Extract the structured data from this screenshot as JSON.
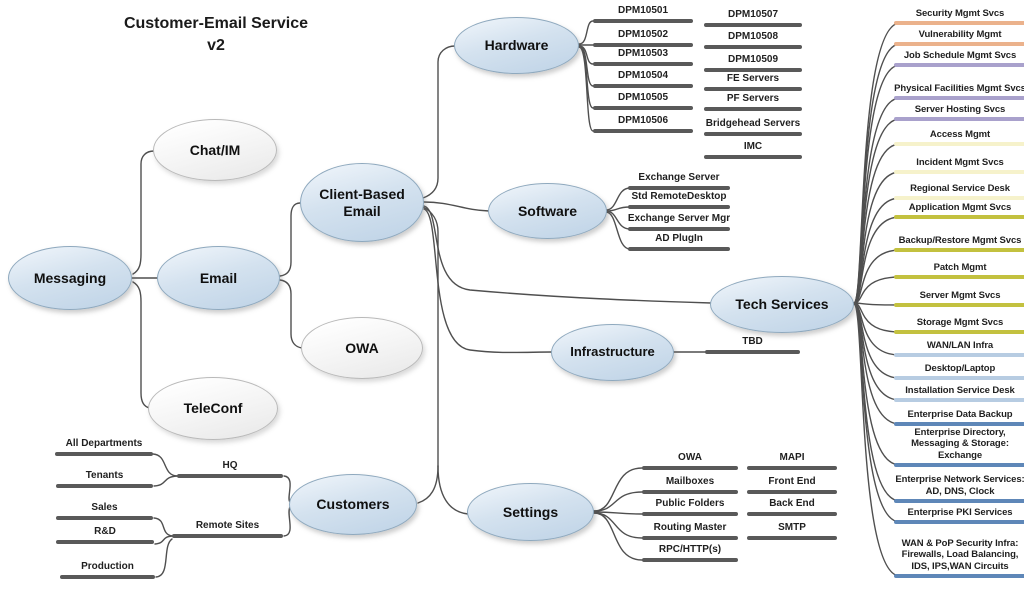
{
  "title": {
    "line1": "Customer-Email Service",
    "line2": "v2"
  },
  "colors": {
    "bar": "#595959",
    "line": "#4f4f4f",
    "node_blue": "#c0d4e7",
    "node_white": "#e9e9e9",
    "orange": "#ebb28c",
    "purple": "#a9a1cc",
    "cream": "#f6f2cb",
    "olive": "#c3c13f",
    "lightblue": "#b7cce2",
    "steelblue": "#5e87b8"
  },
  "nodes": {
    "messaging": "Messaging",
    "chat_im": "Chat/IM",
    "email": "Email",
    "teleconf": "TeleConf",
    "client_based_email": "Client-Based Email",
    "owa": "OWA",
    "hardware": "Hardware",
    "software": "Software",
    "infrastructure": "Infrastructure",
    "tech_services": "Tech Services",
    "customers": "Customers",
    "settings": "Settings"
  },
  "leaves": {
    "hardware_col1": [
      "DPM10501",
      "DPM10502",
      "DPM10503",
      "DPM10504",
      "DPM10505",
      "DPM10506"
    ],
    "hardware_col2": [
      "DPM10507",
      "DPM10508",
      "DPM10509",
      "FE Servers",
      "PF Servers",
      "Bridgehead Servers",
      "IMC"
    ],
    "software": [
      "Exchange Server",
      "Std RemoteDesktop",
      "Exchange Server Mgr",
      "AD PlugIn"
    ],
    "infrastructure": [
      "TBD"
    ],
    "settings_col1": [
      "OWA",
      "Mailboxes",
      "Public Folders",
      "Routing Master",
      "RPC/HTTP(s)"
    ],
    "settings_col2": [
      "MAPI",
      "Front End",
      "Back End",
      "SMTP"
    ],
    "customer_sites": [
      "HQ",
      "Remote Sites"
    ],
    "hq_children": [
      "All Departments",
      "Tenants"
    ],
    "remote_children": [
      "Sales",
      "R&D",
      "Production"
    ],
    "tech": [
      {
        "label": "Security Mgmt Svcs",
        "color": "orange"
      },
      {
        "label": "Vulnerability Mgmt",
        "color": "orange"
      },
      {
        "label": "Job Schedule Mgmt Svcs",
        "color": "purple"
      },
      {
        "label": "Physical Facilities Mgmt Svcs",
        "color": "purple"
      },
      {
        "label": "Server Hosting Svcs",
        "color": "purple"
      },
      {
        "label": "Access Mgmt",
        "color": "cream"
      },
      {
        "label": "Incident Mgmt Svcs",
        "color": "cream"
      },
      {
        "label": "Regional Service Desk",
        "color": "cream"
      },
      {
        "label": "Application Mgmt Svcs",
        "color": "olive"
      },
      {
        "label": "Backup/Restore Mgmt Svcs",
        "color": "olive"
      },
      {
        "label": "Patch Mgmt",
        "color": "olive"
      },
      {
        "label": "Server Mgmt Svcs",
        "color": "olive"
      },
      {
        "label": "Storage Mgmt Svcs",
        "color": "olive"
      },
      {
        "label": "WAN/LAN Infra",
        "color": "lightblue"
      },
      {
        "label": "Desktop/Laptop",
        "color": "lightblue"
      },
      {
        "label": "Installation Service Desk",
        "color": "lightblue"
      },
      {
        "label": "Enterprise Data Backup",
        "color": "steelblue"
      },
      {
        "label": "Enterprise Directory, Messaging & Storage: Exchange",
        "color": "steelblue"
      },
      {
        "label": "Enterprise Network Services: AD, DNS, Clock",
        "color": "steelblue"
      },
      {
        "label": "Enterprise PKI Services",
        "color": "steelblue"
      },
      {
        "label": "WAN & PoP Security Infra: Firewalls, Load Balancing, IDS, IPS,WAN Circuits",
        "color": "steelblue"
      }
    ]
  }
}
